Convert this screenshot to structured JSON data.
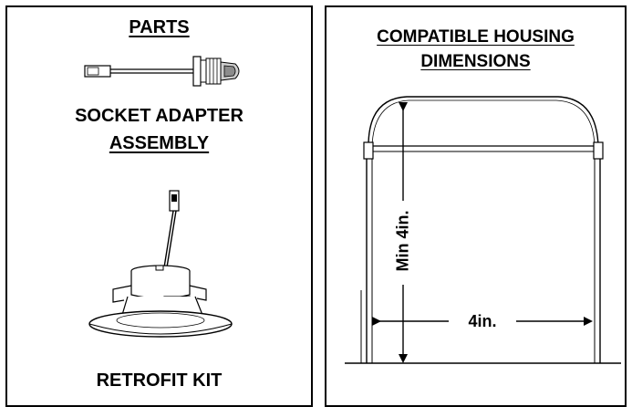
{
  "parts_panel": {
    "heading": "PARTS",
    "socket_label_line1": "SOCKET ADAPTER",
    "socket_label_line2": "ASSEMBLY",
    "retrofit_label": "RETROFIT KIT"
  },
  "housing_panel": {
    "heading_line1": "COMPATIBLE HOUSING",
    "heading_line2": "DIMENSIONS",
    "height_label": "Min 4in.",
    "width_label": "4in."
  }
}
